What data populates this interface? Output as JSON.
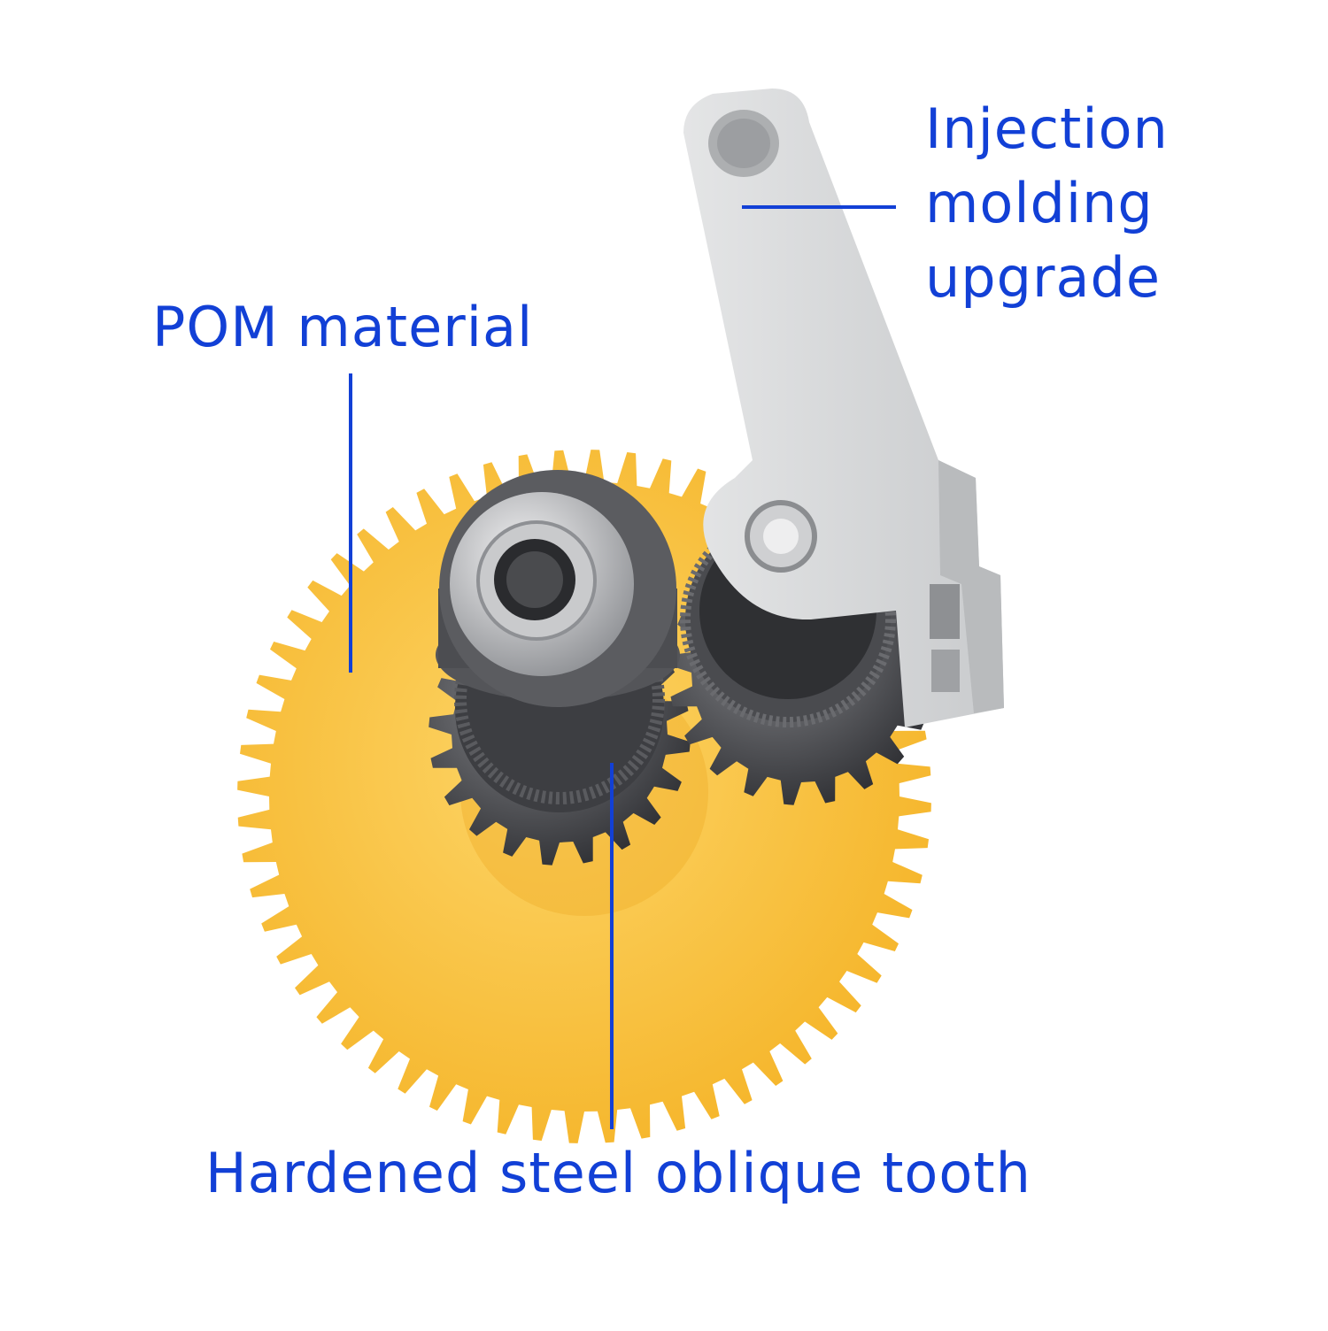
{
  "colors": {
    "label": "#1240d6",
    "background": "#ffffff",
    "pom_gear": "#fbc43a",
    "pom_gear_shadow": "#e9a822",
    "lever": "#d9dadb",
    "lever_shadow": "#b9bbbd",
    "steel_dark": "#3c3d40",
    "steel_mid": "#6d6e72",
    "bearing_light": "#d8d9db"
  },
  "callouts": {
    "pom": {
      "line1": "POM material"
    },
    "injection": {
      "line1": "Injection",
      "line2": "molding",
      "line3": "upgrade"
    },
    "steel": {
      "line1": "Hardened steel oblique tooth"
    }
  },
  "illustration": {
    "large_gear_teeth": 60,
    "small_gear_teeth": 20
  }
}
